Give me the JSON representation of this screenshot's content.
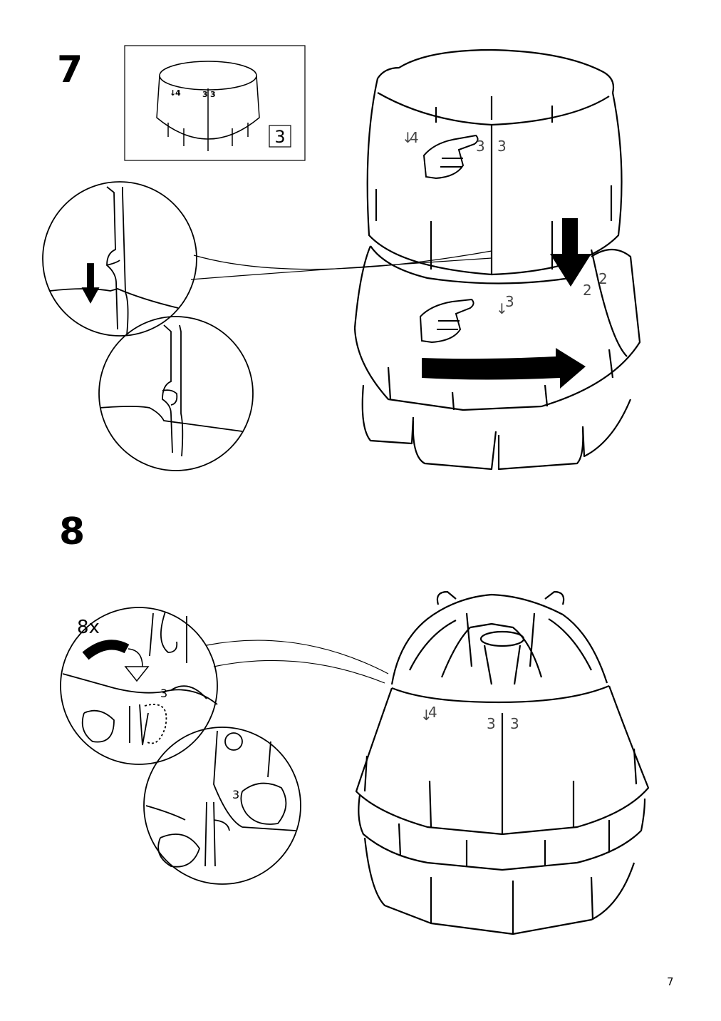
{
  "step7": {
    "number": "7",
    "inset_badge": "3",
    "inset_labels": {
      "arrow_num": "4",
      "left": "3",
      "right": "3"
    },
    "shade_labels": {
      "arrow_num": "4",
      "left": "3",
      "right": "3",
      "lower_num": "3",
      "side_a": "2",
      "side_b": "2"
    }
  },
  "step8": {
    "number": "8",
    "repeat_count": "8x",
    "detail_labels": {
      "top": "3",
      "bottom": "3"
    },
    "shade_labels": {
      "arrow_num": "4",
      "left": "3",
      "right": "3"
    }
  },
  "page_number": "7"
}
